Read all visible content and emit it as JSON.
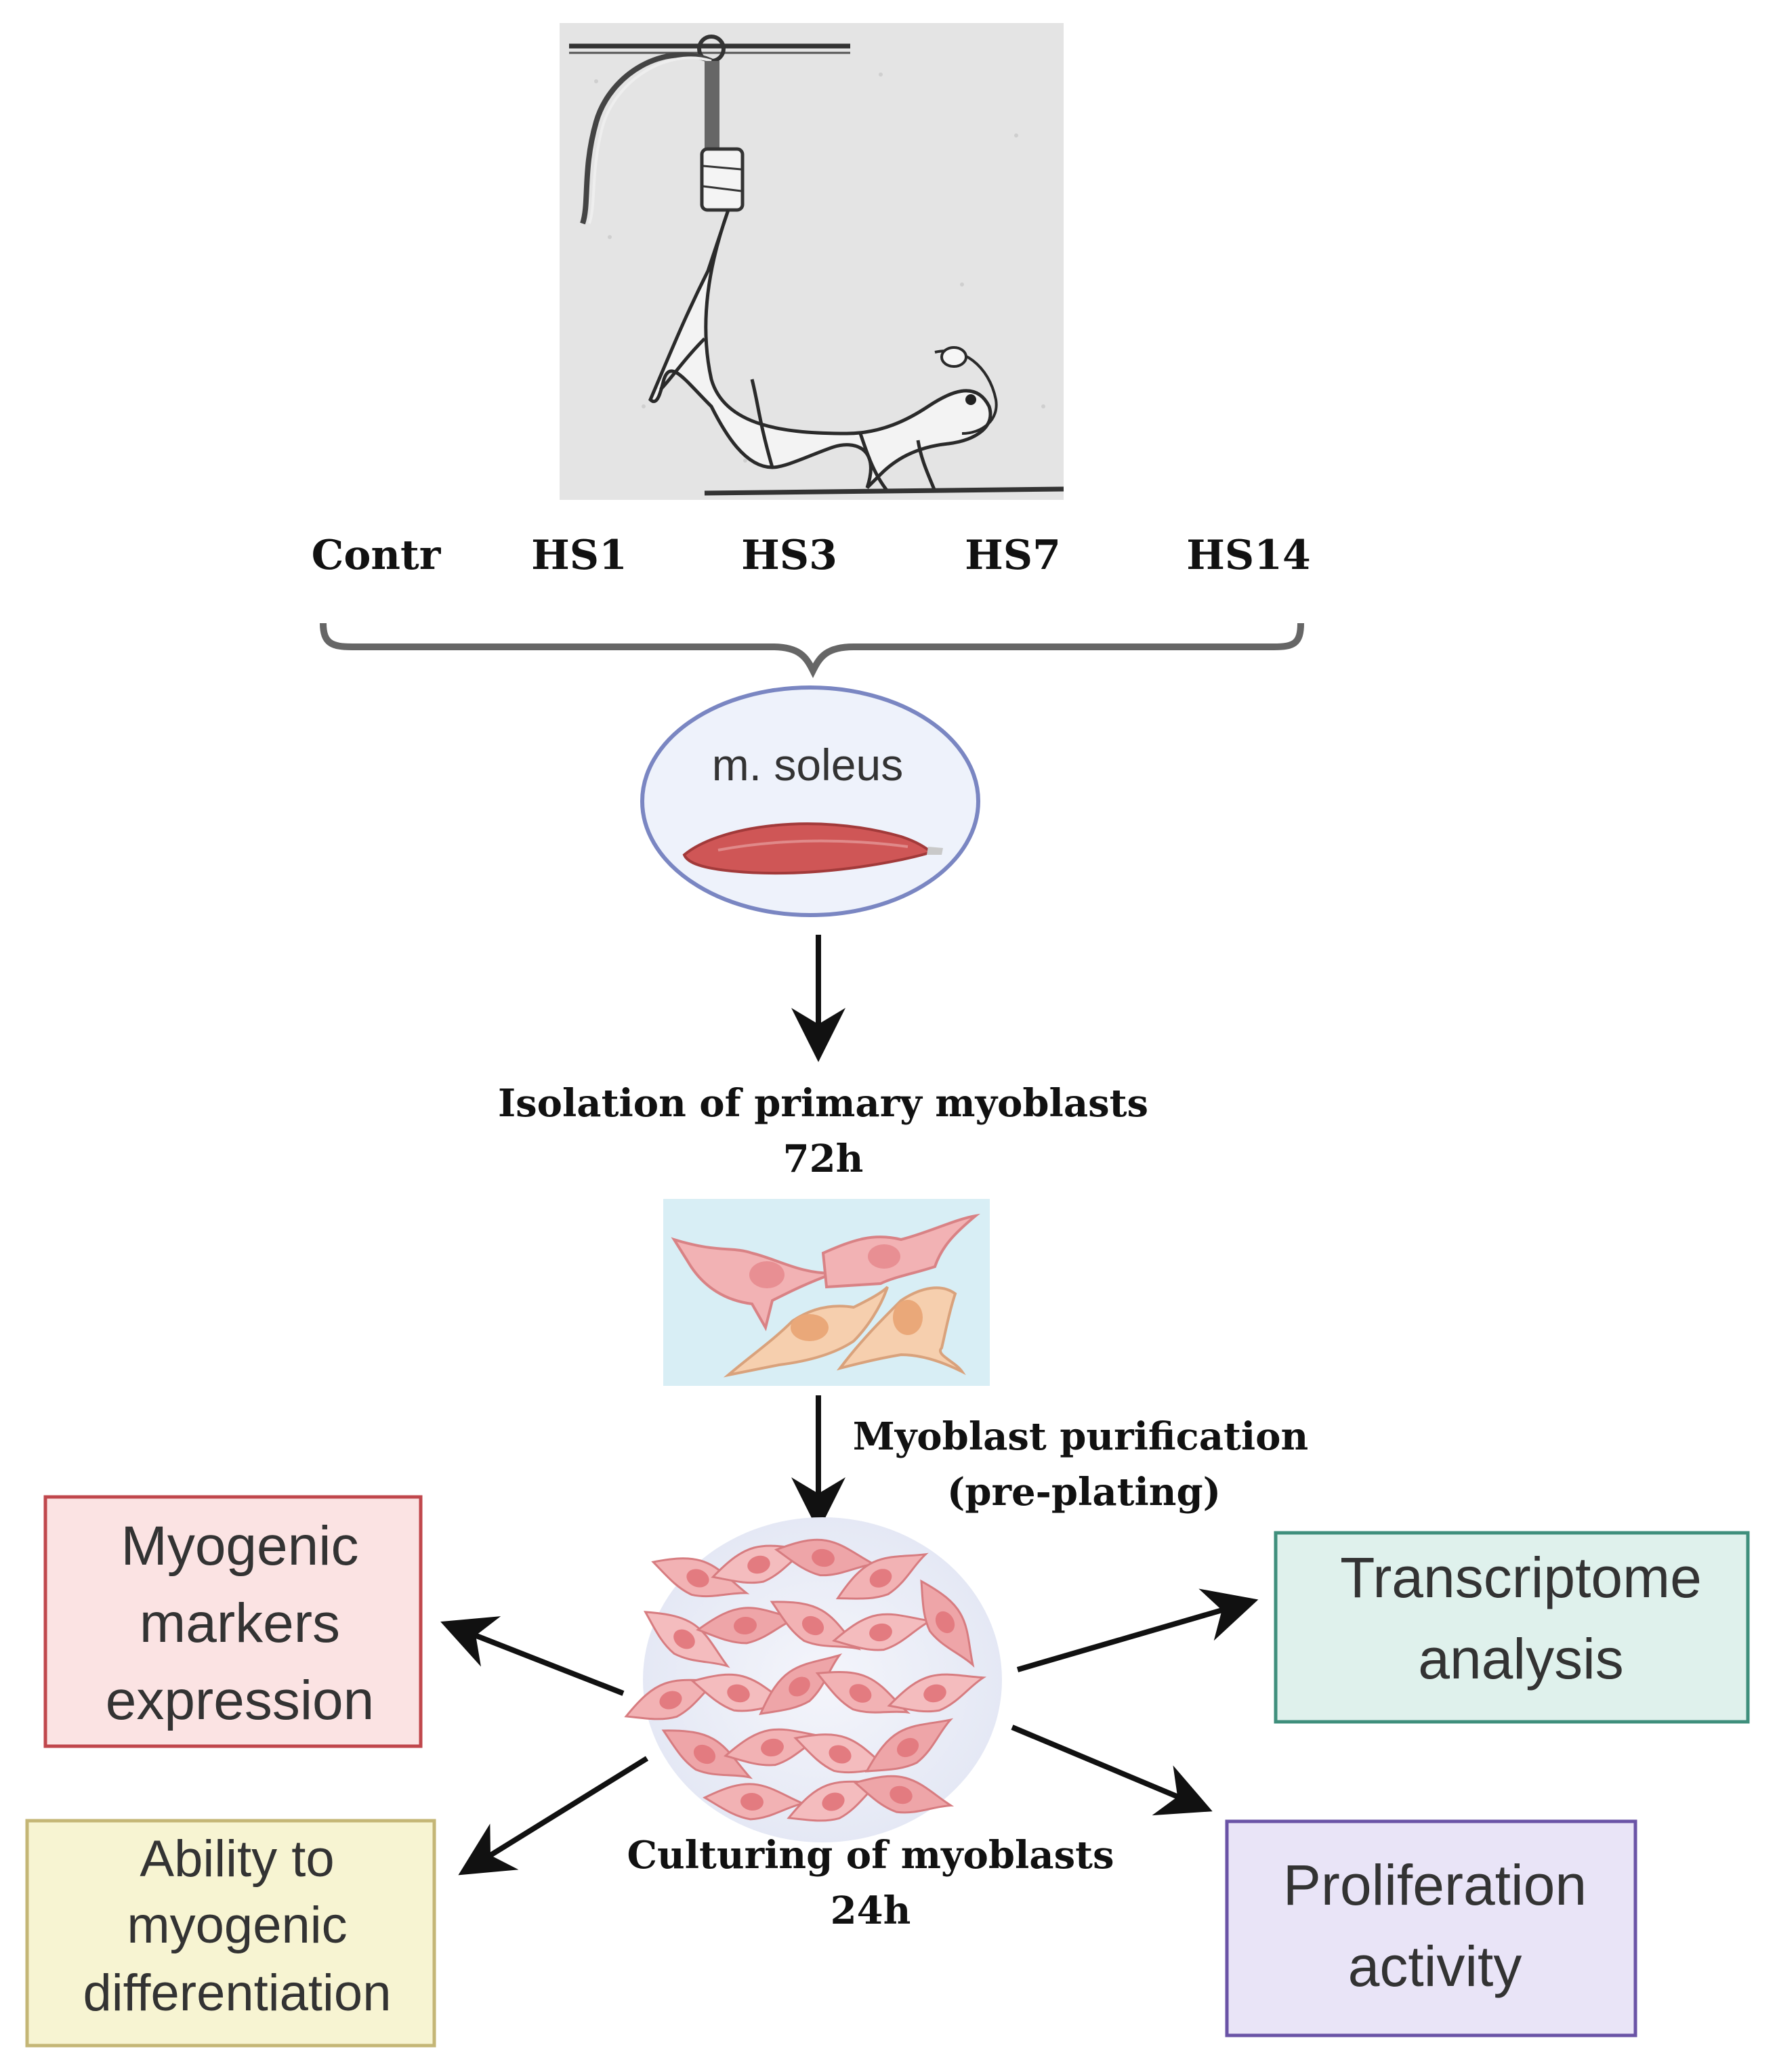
{
  "groups": [
    "Contr",
    "HS1",
    "HS3",
    "HS7",
    "HS14"
  ],
  "muscle_label": "m. soleus",
  "isolation_step": {
    "line1": "Isolation of primary myoblasts",
    "line2": "72h"
  },
  "purification_step": {
    "line1": "Myoblast purification",
    "line2": "(pre-plating)"
  },
  "culturing_step": {
    "line1": "Culturing of myoblasts",
    "line2": "24h"
  },
  "outcomes": {
    "markers": {
      "lines": [
        "Myogenic",
        "markers",
        "expression"
      ],
      "color": "#fbe3e3",
      "border": "#c0474c"
    },
    "differentiation": {
      "lines": [
        "Ability to",
        "myogenic",
        "differentiation"
      ],
      "color": "#f7f4d2",
      "border": "#c4b676"
    },
    "transcriptome": {
      "lines": [
        "Transcriptome",
        "analysis"
      ],
      "color": "#dff1ec",
      "border": "#3f8f7c"
    },
    "proliferation": {
      "lines": [
        "Proliferation",
        "activity"
      ],
      "color": "#e9e4f7",
      "border": "#6a53a6"
    }
  },
  "colors": {
    "muscle": "#cf5656",
    "cell_pink": "#f2b2b4",
    "cell_peach": "#f6cfae",
    "culture_bg": "#d8eef5",
    "oval_border": "#7a86c2",
    "oval_fill": "#eef2fb"
  },
  "icons": [
    "rat-hindlimb-suspension-illustration",
    "soleus-muscle-icon",
    "myoblast-cells-icon",
    "myoblast-culture-dish-icon"
  ]
}
